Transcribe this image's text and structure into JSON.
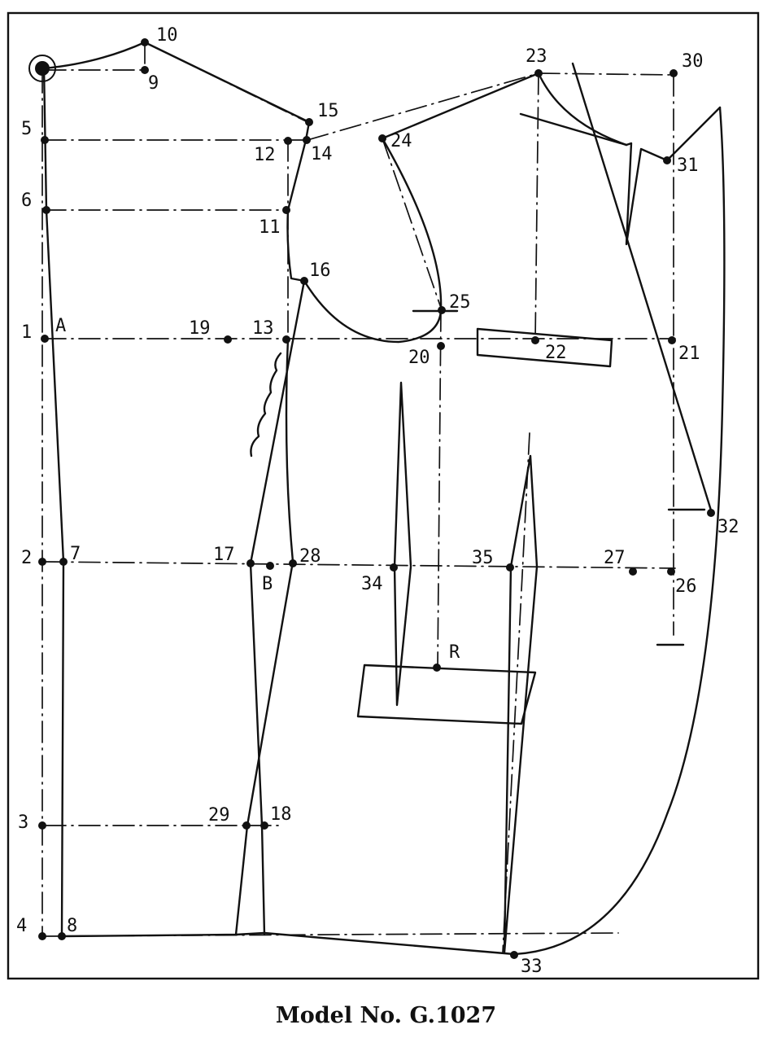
{
  "caption": "Model No. G.1027",
  "points": [
    {
      "id": "p1",
      "label": "1"
    },
    {
      "id": "p2",
      "label": "2"
    },
    {
      "id": "p3",
      "label": "3"
    },
    {
      "id": "p4",
      "label": "4"
    },
    {
      "id": "p5",
      "label": "5"
    },
    {
      "id": "p6",
      "label": "6"
    },
    {
      "id": "p7",
      "label": "7"
    },
    {
      "id": "p8",
      "label": "8"
    },
    {
      "id": "p9",
      "label": "9"
    },
    {
      "id": "p10",
      "label": "10"
    },
    {
      "id": "p11",
      "label": "11"
    },
    {
      "id": "p12",
      "label": "12"
    },
    {
      "id": "p13",
      "label": "13"
    },
    {
      "id": "p14",
      "label": "14"
    },
    {
      "id": "p15",
      "label": "15"
    },
    {
      "id": "p16",
      "label": "16"
    },
    {
      "id": "p17",
      "label": "17"
    },
    {
      "id": "p18",
      "label": "18"
    },
    {
      "id": "p19",
      "label": "19"
    },
    {
      "id": "p20",
      "label": "20"
    },
    {
      "id": "p21",
      "label": "21"
    },
    {
      "id": "p22",
      "label": "22"
    },
    {
      "id": "p23",
      "label": "23"
    },
    {
      "id": "p24",
      "label": "24"
    },
    {
      "id": "p25",
      "label": "25"
    },
    {
      "id": "p26",
      "label": "26"
    },
    {
      "id": "p27",
      "label": "27"
    },
    {
      "id": "p28",
      "label": "28"
    },
    {
      "id": "p29",
      "label": "29"
    },
    {
      "id": "p30",
      "label": "30"
    },
    {
      "id": "p31",
      "label": "31"
    },
    {
      "id": "p32",
      "label": "32"
    },
    {
      "id": "p33",
      "label": "33"
    },
    {
      "id": "p34",
      "label": "34"
    },
    {
      "id": "p35",
      "label": "35"
    },
    {
      "id": "pA",
      "label": "A"
    },
    {
      "id": "pB",
      "label": "B"
    },
    {
      "id": "pR",
      "label": "R"
    }
  ]
}
